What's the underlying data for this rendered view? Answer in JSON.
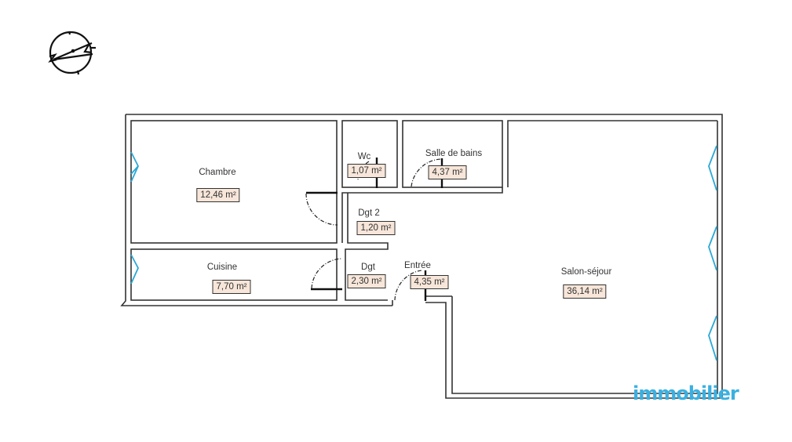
{
  "plan": {
    "rooms": [
      {
        "name": "Chambre",
        "area": "12,46 m²"
      },
      {
        "name": "Wc",
        "area": "1,07 m²"
      },
      {
        "name": "Salle de bains",
        "area": "4,37 m²"
      },
      {
        "name": "Dgt 2",
        "area": "1,20 m²"
      },
      {
        "name": "Cuisine",
        "area": "7,70 m²"
      },
      {
        "name": "Dgt",
        "area": "2,30 m²"
      },
      {
        "name": "Entrée",
        "area": "4,35 m²"
      },
      {
        "name": "Salon-séjour",
        "area": "36,14 m²"
      }
    ],
    "compass_icon": "compass-north-icon",
    "window_color": "#29a8d6",
    "area_box_color": "#f7e6d9"
  },
  "watermark": {
    "text": "immobilier",
    "color": "#3bb0e0"
  }
}
